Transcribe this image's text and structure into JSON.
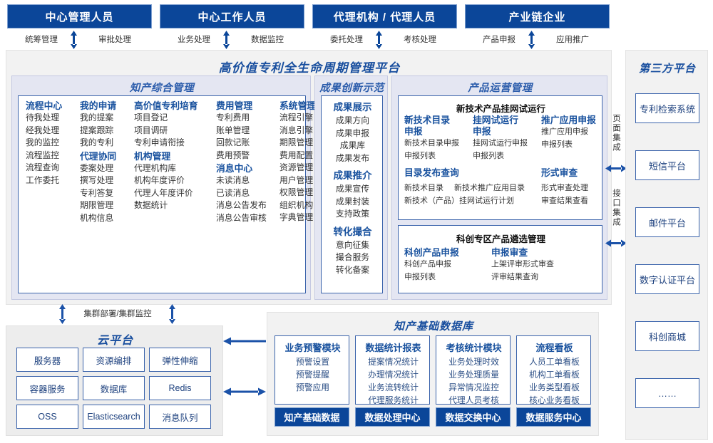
{
  "colors": {
    "brand_dark_blue": "#0b4699",
    "brand_blue": "#184e9e",
    "group_bg": "#e4e6f2",
    "panel_bg": "#f2f2f2",
    "box_border": "#3a63ab"
  },
  "roles": [
    {
      "title": "中心管理人员",
      "left_flow": "统筹管理",
      "right_flow": "审批处理"
    },
    {
      "title": "中心工作人员",
      "left_flow": "业务处理",
      "right_flow": "数据监控"
    },
    {
      "title": "代理机构 / 代理人员",
      "left_flow": "委托处理",
      "right_flow": "考核处理"
    },
    {
      "title": "产业链企业",
      "left_flow": "产品申报",
      "right_flow": "应用推广"
    }
  ],
  "platform": {
    "title": "高价值专利全生命周期管理平台",
    "groups": {
      "ip_management": {
        "title": "知产综合管理",
        "columns": [
          {
            "sections": [
              {
                "head": "流程中心",
                "items": [
                  "待我处理",
                  "经我处理",
                  "我的监控",
                  "流程监控",
                  "流程查询",
                  "工作委托"
                ]
              }
            ]
          },
          {
            "sections": [
              {
                "head": "我的申请",
                "items": [
                  "我的提案",
                  "提案跟踪",
                  "我的专利"
                ]
              },
              {
                "head": "代理协同",
                "items": [
                  "委案处理",
                  "撰写处理",
                  "专利答复",
                  "期限管理",
                  "机构信息"
                ]
              }
            ]
          },
          {
            "sections": [
              {
                "head": "高价值专利培育",
                "items": [
                  "项目登记",
                  "项目调研",
                  "专利申请衔接"
                ]
              },
              {
                "head": "机构管理",
                "items": [
                  "代理机构库",
                  "机构年度评价",
                  "代理人年度评价",
                  "数据统计"
                ]
              }
            ]
          },
          {
            "sections": [
              {
                "head": "费用管理",
                "items": [
                  "专利费用",
                  "账单管理",
                  "回款记账",
                  "费用预警"
                ]
              },
              {
                "head": "消息中心",
                "items": [
                  "未读消息",
                  "已读消息",
                  "消息公告发布",
                  "消息公告审核"
                ]
              }
            ]
          },
          {
            "sections": [
              {
                "head": "系统管理",
                "items": [
                  "流程引擎",
                  "消息引擎",
                  "期限管理",
                  "费用配置",
                  "资源管理",
                  "用户管理",
                  "权限管理",
                  "组织机构",
                  "字典管理"
                ]
              }
            ]
          }
        ]
      },
      "achievement": {
        "title": "成果创新示范",
        "sections": [
          {
            "head": "成果展示",
            "items": [
              "成果方向",
              "成果申报",
              "成果库",
              "成果发布"
            ]
          },
          {
            "head": "成果推介",
            "items": [
              "成果宣传",
              "成果封装",
              "支持政策"
            ]
          },
          {
            "head": "转化撮合",
            "items": [
              "意向征集",
              "撮合服务",
              "转化备案"
            ]
          }
        ]
      },
      "product_operation": {
        "title": "产品运营管理",
        "sub_boxes": [
          {
            "title": "新技术产品挂网试运行",
            "row1": [
              {
                "head": "新技术目录申报",
                "items": [
                  "新技术目录申报",
                  "申报列表"
                ]
              },
              {
                "head": "挂网试运行申报",
                "items": [
                  "挂网试运行申报",
                  "申报列表"
                ]
              },
              {
                "head": "推广应用申报",
                "items": [
                  "推广应用申报",
                  "申报列表"
                ]
              }
            ],
            "row2_left_head": "目录发布查询",
            "row2_right_head": "形式审查",
            "row2_left_items": [
              "新技术目录",
              "新技术推广应用目录",
              "新技术（产品）挂网试运行计划"
            ],
            "row2_right_items": [
              "形式审查处理",
              "审查结果查看"
            ]
          },
          {
            "title": "科创专区产品遴选管理",
            "cols": [
              {
                "head": "科创产品申报",
                "items": [
                  "科创产品申报",
                  "申报列表"
                ]
              },
              {
                "head": "申报审查",
                "items": [
                  "上架评审形式审查",
                  "评审结果查询"
                ]
              }
            ]
          }
        ]
      }
    }
  },
  "third_party": {
    "title": "第三方平台",
    "integration_labels": [
      "页面集成",
      "接口集成"
    ],
    "boxes": [
      "专利检索系统",
      "短信平台",
      "邮件平台",
      "数字认证平台",
      "科创商城",
      "……"
    ]
  },
  "cloud": {
    "connector_label": "集群部署/集群监控",
    "title": "云平台",
    "cells": [
      "服务器",
      "资源编排",
      "弹性伸缩",
      "容器服务",
      "数据库",
      "Redis",
      "OSS",
      "Elasticsearch",
      "消息队列"
    ]
  },
  "database": {
    "title": "知产基础数据库",
    "columns": [
      {
        "head": "业务预警模块",
        "items": [
          "预警设置",
          "预警提醒",
          "预警应用"
        ],
        "footer": "知产基础数据"
      },
      {
        "head": "数据统计报表",
        "items": [
          "提案情况统计",
          "办理情况统计",
          "业务流转统计",
          "代理服务统计"
        ],
        "footer": "数据处理中心"
      },
      {
        "head": "考核统计模块",
        "items": [
          "业务处理时效",
          "业务处理质量",
          "异常情况监控",
          "代理人员考核"
        ],
        "footer": "数据交换中心"
      },
      {
        "head": "流程看板",
        "items": [
          "人员工单看板",
          "机构工单看板",
          "业务类型看板",
          "核心业务看板"
        ],
        "footer": "数据服务中心"
      }
    ]
  }
}
